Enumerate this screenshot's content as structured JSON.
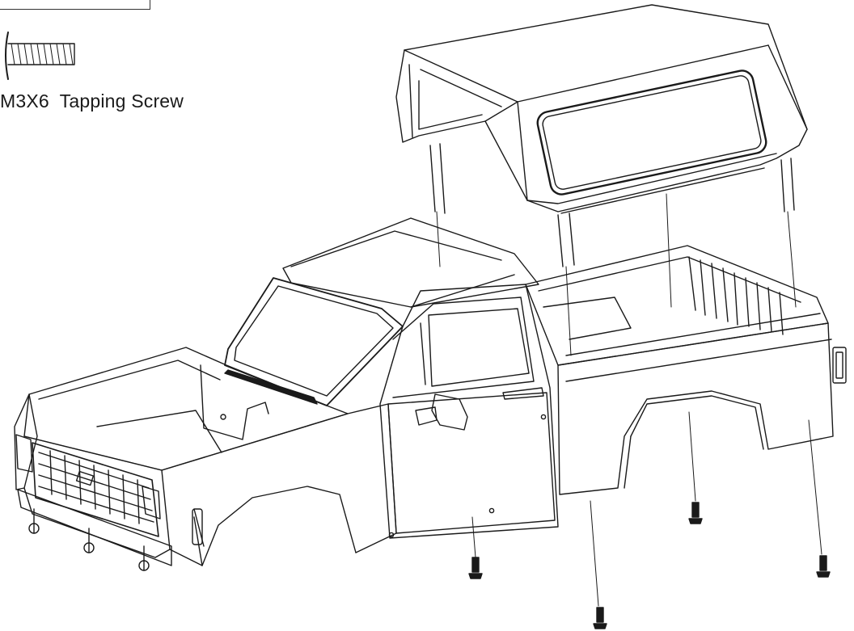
{
  "legend": {
    "part_label": "M3X6  Tapping Screw"
  },
  "icons": {
    "screw": "tapping-screw-icon",
    "truck_body": "truck-body-shell",
    "camper_shell": "camper-top-shell"
  },
  "colors": {
    "line": "#1a1a1a",
    "background": "#ffffff"
  }
}
